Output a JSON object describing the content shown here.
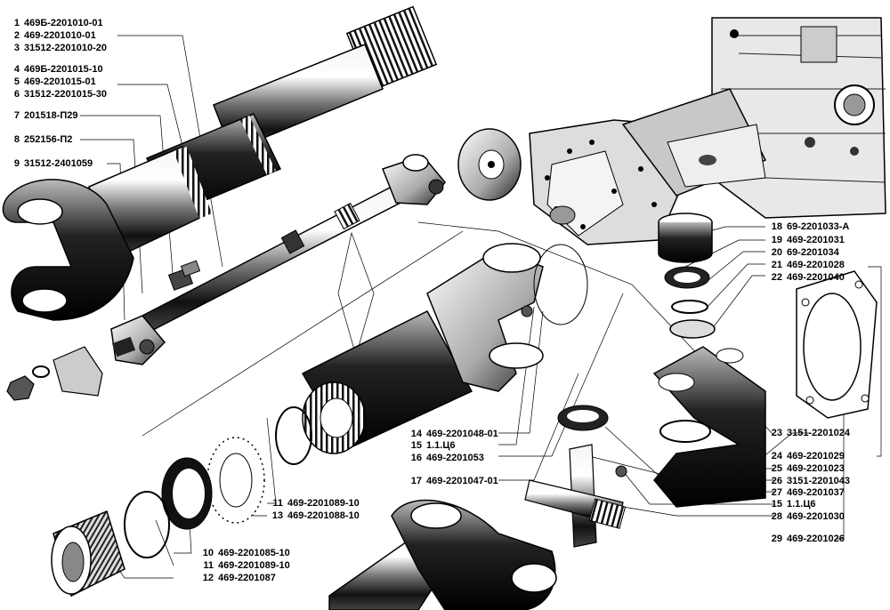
{
  "callouts": [
    {
      "num": "1",
      "part": "469Б-2201010-01"
    },
    {
      "num": "2",
      "part": "469-2201010-01"
    },
    {
      "num": "3",
      "part": "31512-2201010-20"
    },
    {
      "num": "4",
      "part": "469Б-2201015-10"
    },
    {
      "num": "5",
      "part": "469-2201015-01"
    },
    {
      "num": "6",
      "part": "31512-2201015-30"
    },
    {
      "num": "7",
      "part": "201518-П29"
    },
    {
      "num": "8",
      "part": "252156-П2"
    },
    {
      "num": "9",
      "part": "31512-2401059"
    },
    {
      "num": "18",
      "part": "69-2201033-А"
    },
    {
      "num": "19",
      "part": "469-2201031"
    },
    {
      "num": "20",
      "part": "69-2201034"
    },
    {
      "num": "21",
      "part": "469-2201028"
    },
    {
      "num": "22",
      "part": "469-2201040"
    },
    {
      "num": "14",
      "part": "469-2201048-01"
    },
    {
      "num": "15",
      "part": "1.1.Ц6"
    },
    {
      "num": "16",
      "part": "469-2201053"
    },
    {
      "num": "17",
      "part": "469-2201047-01"
    },
    {
      "num": "23",
      "part": "3151-2201024"
    },
    {
      "num": "24",
      "part": "469-2201029"
    },
    {
      "num": "25",
      "part": "469-2201023"
    },
    {
      "num": "26",
      "part": "3151-2201043"
    },
    {
      "num": "27",
      "part": "469-2201037"
    },
    {
      "num": "15",
      "part": "1.1.Ц6"
    },
    {
      "num": "28",
      "part": "469-2201030"
    },
    {
      "num": "29",
      "part": "469-2201026"
    },
    {
      "num": "11",
      "part": "469-2201089-10"
    },
    {
      "num": "13",
      "part": "469-2201088-10"
    },
    {
      "num": "10",
      "part": "469-2201085-10"
    },
    {
      "num": "11",
      "part": "469-2201089-10"
    },
    {
      "num": "12",
      "part": "469-2201087"
    }
  ]
}
